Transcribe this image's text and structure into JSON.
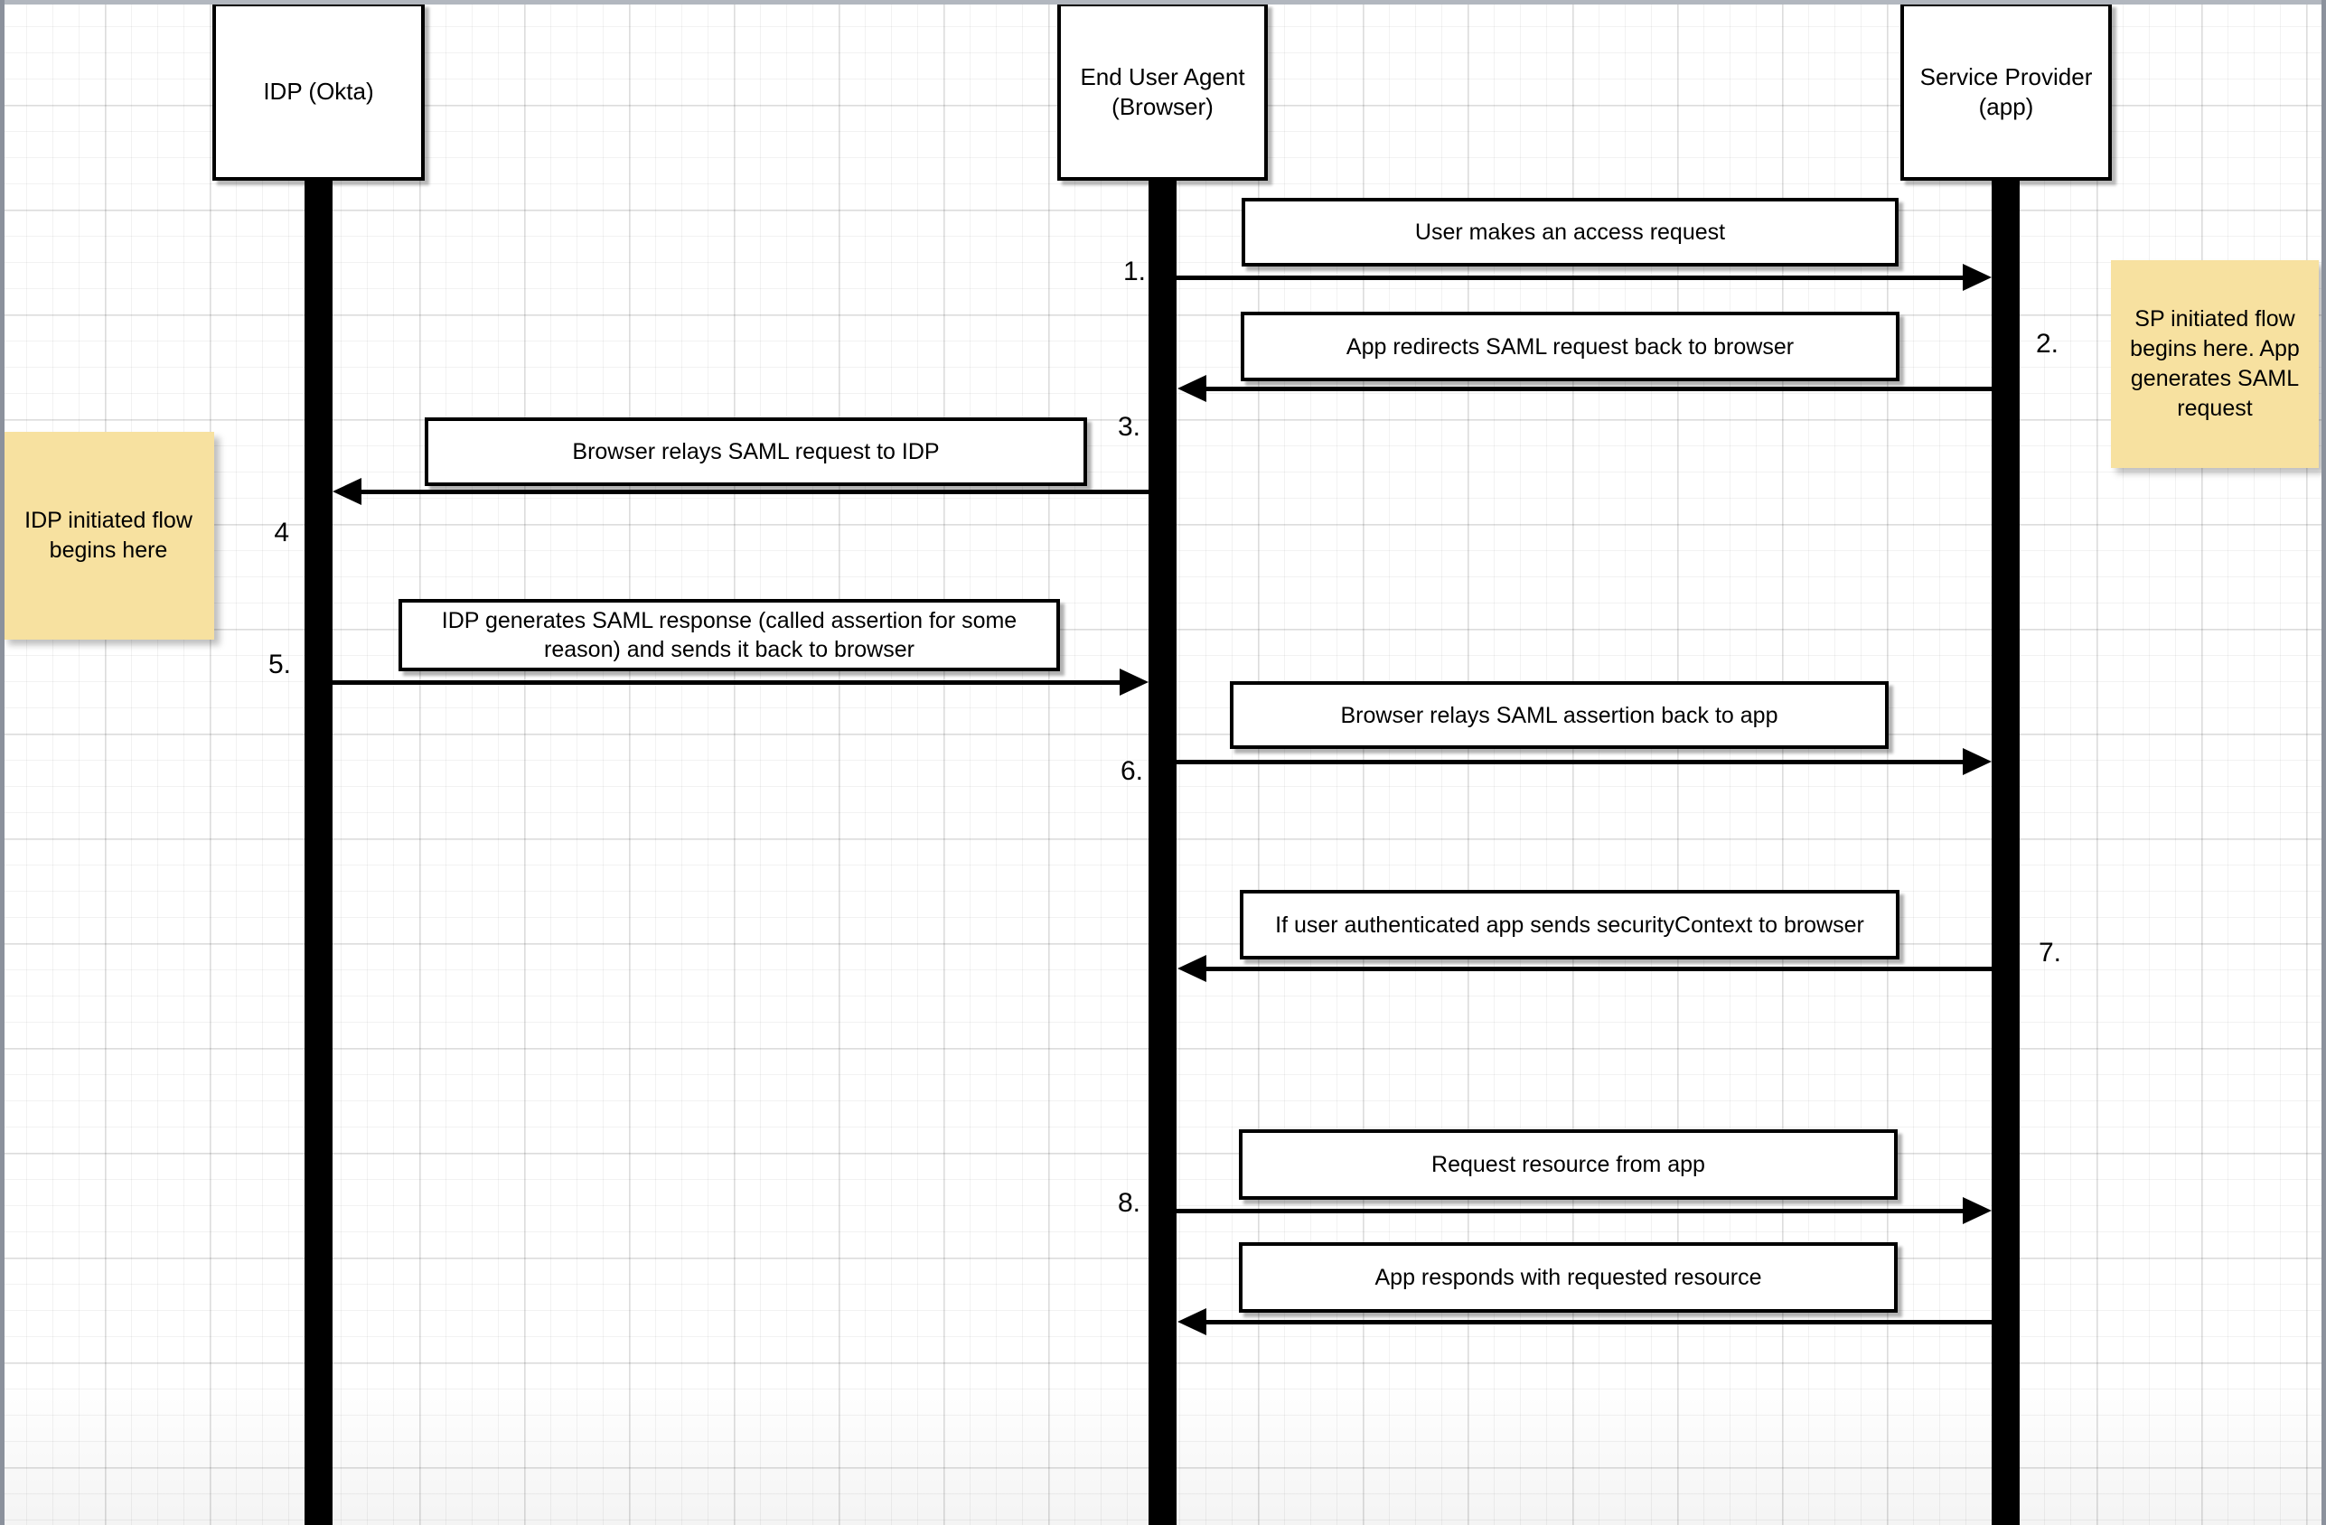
{
  "diagram": {
    "actors": [
      {
        "id": "idp",
        "label": "IDP (Okta)"
      },
      {
        "id": "browser",
        "label": "End User Agent (Browser)"
      },
      {
        "id": "sp",
        "label": "Service Provider (app)"
      }
    ],
    "messages": [
      {
        "num": "1.",
        "label": "User makes an access request",
        "from": "browser",
        "to": "sp"
      },
      {
        "num": "2.",
        "label": "App redirects SAML request back to browser",
        "from": "sp",
        "to": "browser"
      },
      {
        "num": "3.",
        "label": "Browser relays SAML request to IDP",
        "from": "browser",
        "to": "idp"
      },
      {
        "num": "4",
        "label": "",
        "from": "idp",
        "to": "idp"
      },
      {
        "num": "5.",
        "label": "IDP generates SAML response (called assertion for some reason) and sends it back to browser",
        "from": "idp",
        "to": "browser"
      },
      {
        "num": "6.",
        "label": "Browser relays SAML assertion back to app",
        "from": "browser",
        "to": "sp"
      },
      {
        "num": "7.",
        "label": "If user authenticated app sends securityContext to browser",
        "from": "sp",
        "to": "browser"
      },
      {
        "num": "8.",
        "label": "Request resource from app",
        "from": "browser",
        "to": "sp"
      },
      {
        "num": "",
        "label": "App responds with requested resource",
        "from": "sp",
        "to": "browser"
      }
    ],
    "notes": [
      {
        "id": "sp-note",
        "text": "SP initiated flow begins here. App generates SAML request"
      },
      {
        "id": "idp-note",
        "text": "IDP initiated flow begins here"
      }
    ],
    "colors": {
      "note_fill": "#f7e1a0",
      "shape_border": "#000000",
      "lifeline": "#000000",
      "grid_minor": "#ededed",
      "grid_major": "#e3e3e3",
      "frame_edge": "#8b919c"
    }
  }
}
